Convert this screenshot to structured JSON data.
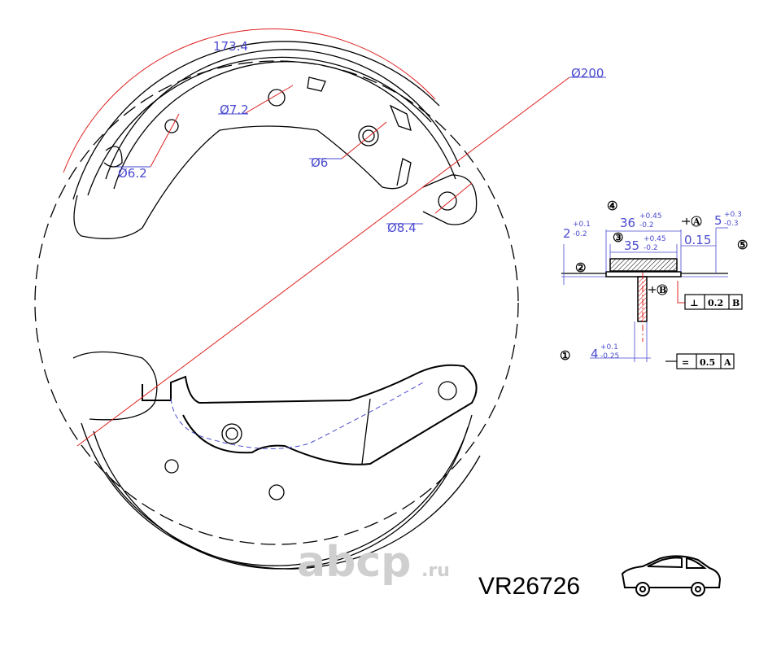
{
  "drawing": {
    "dimensions": {
      "arc_length": "173.4",
      "diameter_main": "Ø200",
      "hole_7_2": "Ø7.2",
      "hole_6": "Ø6",
      "hole_6_2": "Ø6.2",
      "hole_8_4": "Ø8.4"
    },
    "section": {
      "callouts": [
        "①",
        "②",
        "③",
        "④",
        "⑤"
      ],
      "dim_36": {
        "base": "36",
        "upper": "+0.45",
        "lower": "-0.2"
      },
      "dim_35": {
        "base": "35",
        "upper": "+0.45",
        "lower": "-0.2"
      },
      "dim_2": {
        "base": "2",
        "upper": "+0.1",
        "lower": "-0.2"
      },
      "dim_5": {
        "base": "5",
        "upper": "+0.3",
        "lower": "-0.3"
      },
      "dim_4": {
        "base": "4",
        "upper": "+0.1",
        "lower": "-0.25"
      },
      "dim_0_15": "0.15",
      "datum_a": "A",
      "datum_b": "B",
      "tol_perp": {
        "symbol": "⊥",
        "value": "0.2",
        "datum": "B"
      },
      "tol_sym": {
        "symbol": "=",
        "value": "0.5",
        "datum": "A"
      }
    }
  },
  "footer": {
    "logo_main": "abcp",
    "logo_suffix": ".ru",
    "part_number": "VR26726",
    "car_icon": "sedan-car-icon"
  },
  "colors": {
    "dimension_blue": "#4a4ad0",
    "center_red": "#e02020",
    "logo_gray": "#cfcfcf"
  }
}
